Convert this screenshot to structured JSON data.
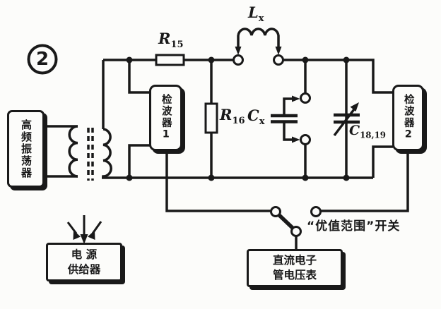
{
  "figure_number": "2",
  "colors": {
    "ink": "#191919",
    "paper": "#fcfcfa"
  },
  "boxes": {
    "oscillator": {
      "label": "高频振荡器"
    },
    "detector1": {
      "label": "检波器1"
    },
    "detector2": {
      "label": "检波器2"
    },
    "power_supply": {
      "line1": "电 源",
      "line2": "供给器"
    },
    "voltmeter": {
      "line1": "直流电子",
      "line2": "管电压表"
    }
  },
  "components": {
    "r15": {
      "name": "R",
      "sub": "15"
    },
    "r16": {
      "name": "R",
      "sub": "16"
    },
    "lx": {
      "name": "L",
      "sub": "x"
    },
    "cx": {
      "name": "C",
      "sub": "x"
    },
    "c18_19": {
      "name": "C",
      "sub": "18,19"
    }
  },
  "annotations": {
    "range_switch": "“优值范围”开关"
  }
}
